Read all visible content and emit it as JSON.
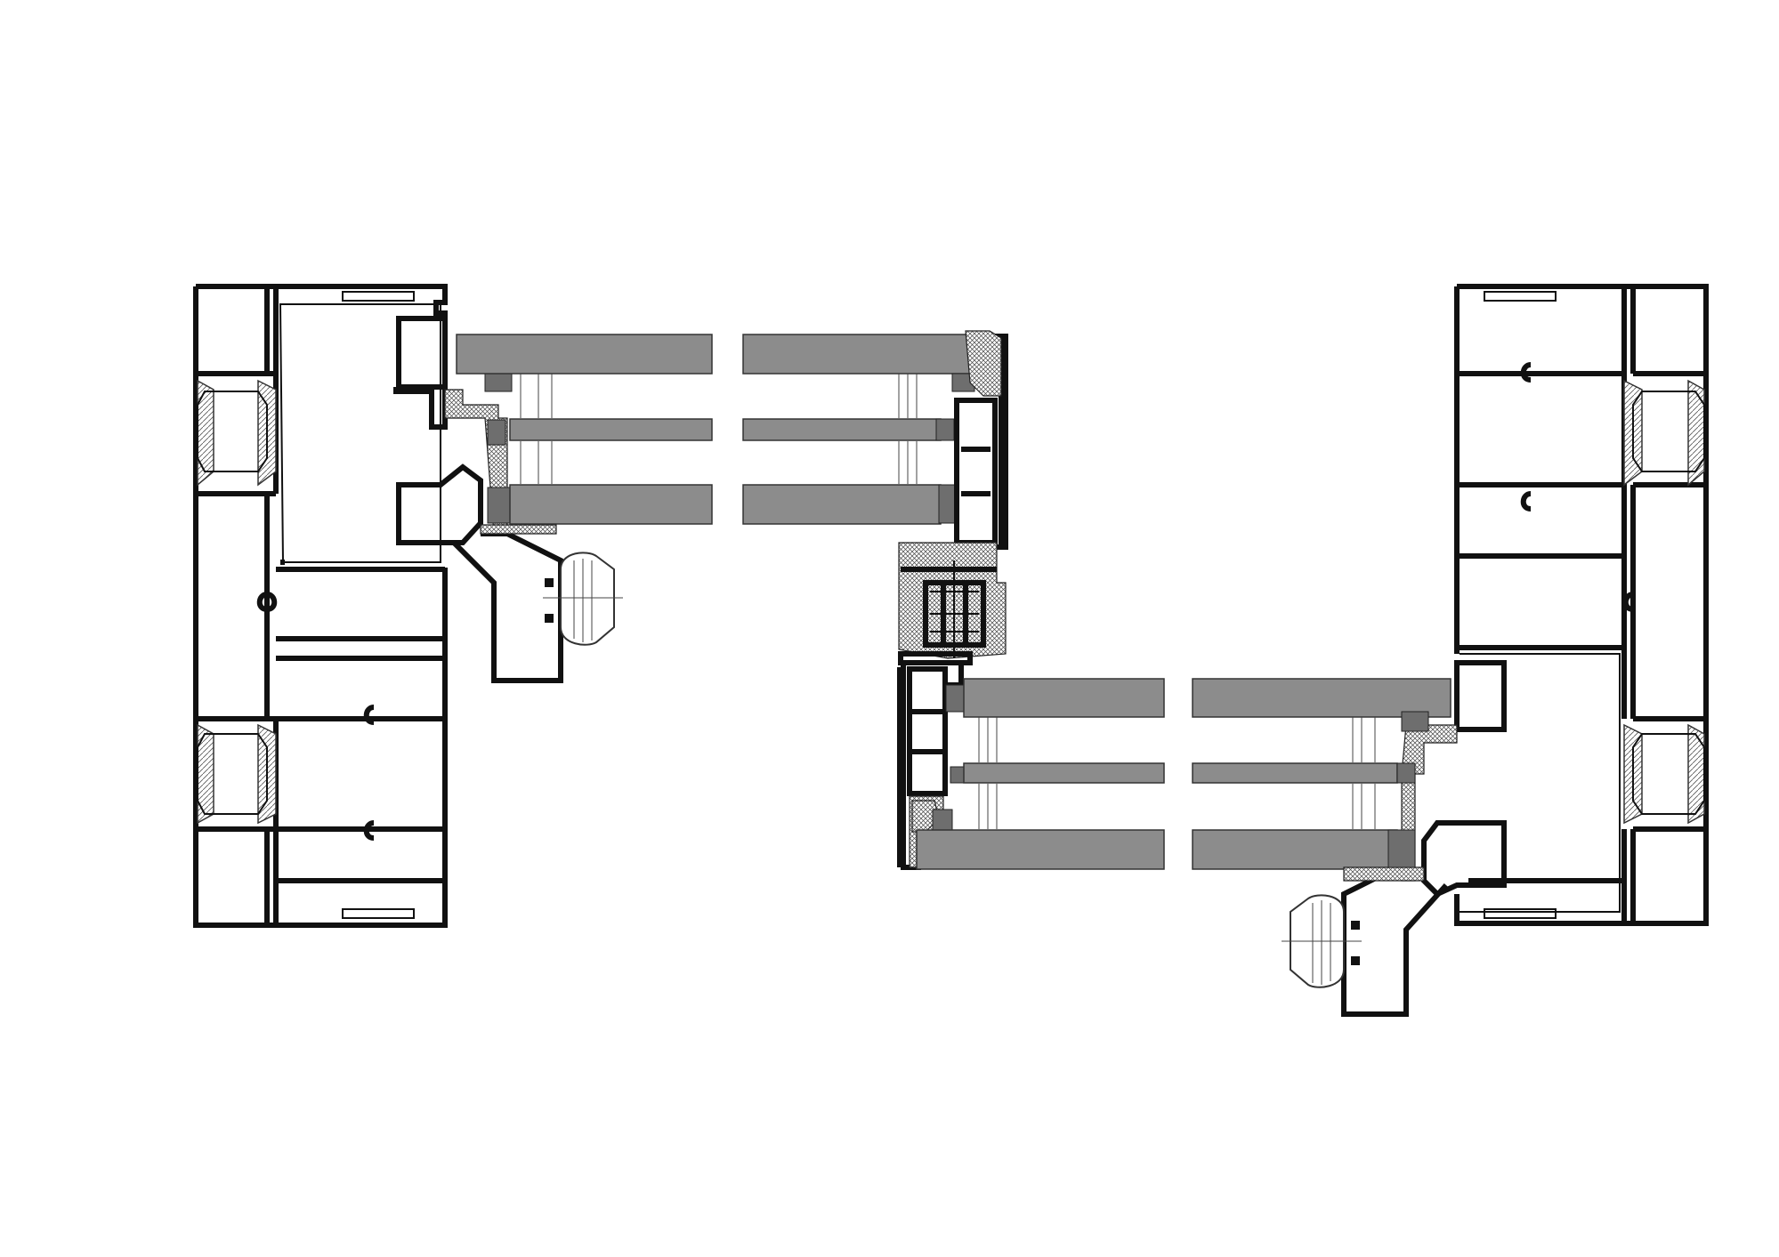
{
  "colors": {
    "line": "#111111",
    "glass": "#8c8c8c",
    "background": "#ffffff"
  },
  "sections": [
    {
      "id": "left-frame",
      "label": ""
    },
    {
      "id": "center-mullion",
      "label": ""
    },
    {
      "id": "right-frame",
      "label": ""
    }
  ],
  "glass_panes_per_unit": 3,
  "glazing_units": 2,
  "handles": 2
}
